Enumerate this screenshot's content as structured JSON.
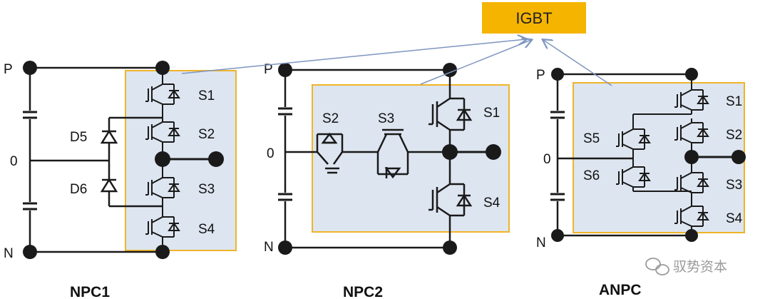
{
  "callout": {
    "label": "IGBT",
    "box_color": "#f5b400",
    "arrow_color": "#7f95bf"
  },
  "colors": {
    "module_fill": "#dde5f0",
    "module_border": "#f0b429",
    "wire": "#1a1a1a"
  },
  "npc1": {
    "title": "NPC1",
    "P": "P",
    "zero": "0",
    "N": "N",
    "D5": "D5",
    "D6": "D6",
    "S1": "S1",
    "S2": "S2",
    "S3": "S3",
    "S4": "S4"
  },
  "npc2": {
    "title": "NPC2",
    "P": "P",
    "zero": "0",
    "N": "N",
    "S1": "S1",
    "S2": "S2",
    "S3": "S3",
    "S4": "S4"
  },
  "anpc": {
    "title": "ANPC",
    "P": "P",
    "zero": "0",
    "N": "N",
    "S1": "S1",
    "S2": "S2",
    "S3": "S3",
    "S4": "S4",
    "S5": "S5",
    "S6": "S6"
  },
  "watermark": {
    "text": "驭势资本",
    "icon": "wechat-icon"
  }
}
